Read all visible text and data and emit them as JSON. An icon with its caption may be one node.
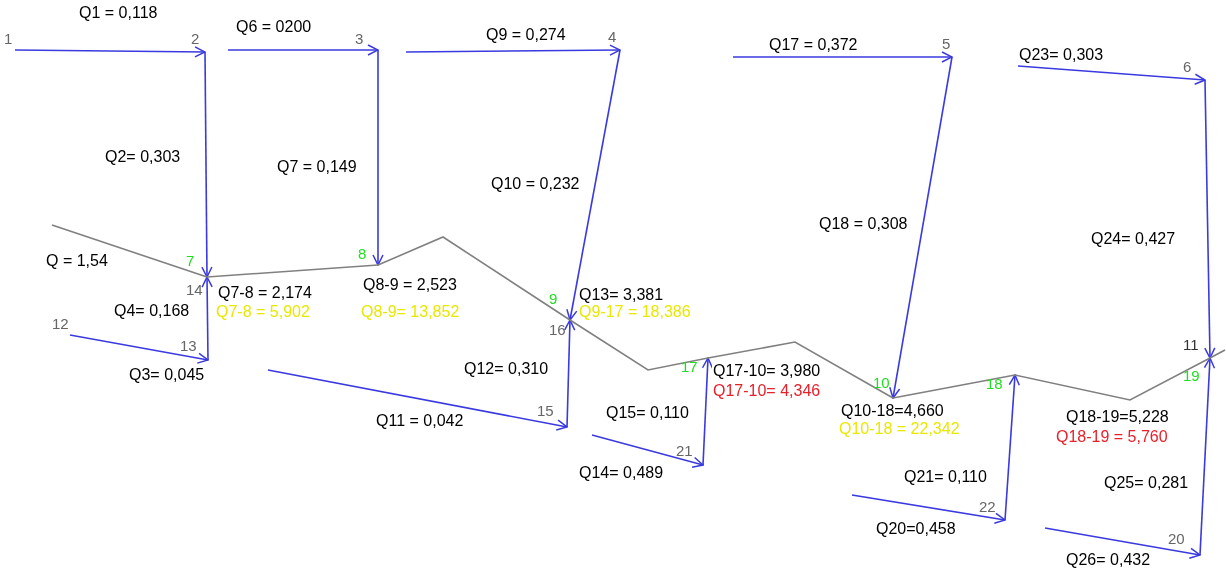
{
  "diagram": {
    "nodes": [
      {
        "text": [
          "1"
        ]
      },
      {
        "text": [
          "2"
        ]
      },
      {
        "text": [
          "3"
        ]
      },
      {
        "text": [
          "4"
        ]
      },
      {
        "text": [
          "5"
        ]
      },
      {
        "text": [
          "6"
        ]
      },
      {
        "text": [
          "7",
          "14"
        ]
      },
      {
        "text": [
          "8"
        ]
      },
      {
        "text": [
          "9",
          "16"
        ]
      },
      {
        "text": [
          "12"
        ]
      },
      {
        "text": [
          "13"
        ]
      },
      {
        "text": [
          "17"
        ]
      },
      {
        "text": [
          "10"
        ]
      },
      {
        "text": [
          "18"
        ]
      },
      {
        "text": [
          "11",
          "19"
        ]
      },
      {
        "text": [
          "15"
        ]
      },
      {
        "text": [
          "21"
        ]
      },
      {
        "text": [
          "22"
        ]
      },
      {
        "text": [
          "20"
        ]
      }
    ],
    "edges": [
      {
        "from": 0,
        "to": 1,
        "arrow": "to",
        "label": "Q1 = 0,118"
      },
      {
        "from": 1,
        "to": 6,
        "arrow": "to",
        "label": "Q2= 0,303"
      },
      {
        "from": null,
        "to": 2,
        "arrow": "to",
        "label": "Q6 = 0200"
      },
      {
        "from": 2,
        "to": 7,
        "arrow": "to",
        "label": "Q7 = 0,149"
      },
      {
        "from": null,
        "to": 3,
        "arrow": "to",
        "label": "Q9 = 0,274"
      },
      {
        "from": 3,
        "to": 8,
        "arrow": "to",
        "label": "Q10 = 0,232"
      },
      {
        "from": null,
        "to": 4,
        "arrow": "to",
        "label": "Q17 = 0,372"
      },
      {
        "from": 4,
        "to": 12,
        "arrow": "to",
        "label": "Q18 = 0,308"
      },
      {
        "from": null,
        "to": 5,
        "arrow": "to",
        "label": "Q23= 0,303"
      },
      {
        "from": 5,
        "to": 14,
        "arrow": "to",
        "label": "Q24= 0,427"
      },
      {
        "from": 9,
        "to": 10,
        "arrow": "to",
        "label": "Q3= 0,045"
      },
      {
        "from": 10,
        "to": 6,
        "arrow": "to",
        "label": "Q4= 0,168"
      },
      {
        "from": null,
        "to": 15,
        "arrow": "to",
        "label": "Q11 = 0,042"
      },
      {
        "from": 15,
        "to": 8,
        "arrow": "to",
        "label": "Q12= 0,310"
      },
      {
        "from": null,
        "to": 16,
        "arrow": "to",
        "label": "Q14= 0,489"
      },
      {
        "from": 16,
        "to": 11,
        "arrow": "to",
        "label": "Q15= 0,110"
      },
      {
        "from": null,
        "to": 17,
        "arrow": "to",
        "label": "Q20=0,458"
      },
      {
        "from": 17,
        "to": 13,
        "arrow": "to",
        "label": "Q21= 0,110"
      },
      {
        "from": null,
        "to": 18,
        "arrow": "to",
        "label": "Q26= 0,432"
      },
      {
        "from": 18,
        "to": 14,
        "arrow": "to",
        "label": "Q25= 0,281"
      },
      {
        "from": null,
        "to": 6,
        "arrow": "none",
        "label": "Q = 1,54",
        "color": "#808080"
      },
      {
        "from": 6,
        "to": 7,
        "arrow": "none",
        "label": "Q7-8 = 2,174",
        "color": "#808080"
      },
      {
        "from": 7,
        "to": 8,
        "arrow": "none",
        "label": "Q8-9 = 2,523",
        "color": "#808080"
      },
      {
        "from": 8,
        "to": 11,
        "arrow": "none",
        "label": "Q13= 3,381",
        "color": "#808080"
      },
      {
        "from": 11,
        "to": 12,
        "arrow": "none",
        "label": "Q17-10= 3,980",
        "color": "#808080"
      },
      {
        "from": 12,
        "to": 13,
        "arrow": "none",
        "label": "Q10-18=4,660",
        "color": "#808080"
      },
      {
        "from": 13,
        "to": 14,
        "arrow": "none",
        "label": "Q18-19=5,228",
        "color": "#808080"
      },
      {
        "from": 14,
        "to": null,
        "arrow": "none",
        "color": "#808080"
      }
    ],
    "labels": [
      "Q7-8 = 5,902",
      "Q8-9= 13,852",
      "Q9-17 = 18,386",
      "Q17-10= 4,346",
      "Q10-18 = 22,342",
      "Q18-19 = 5,760"
    ]
  }
}
